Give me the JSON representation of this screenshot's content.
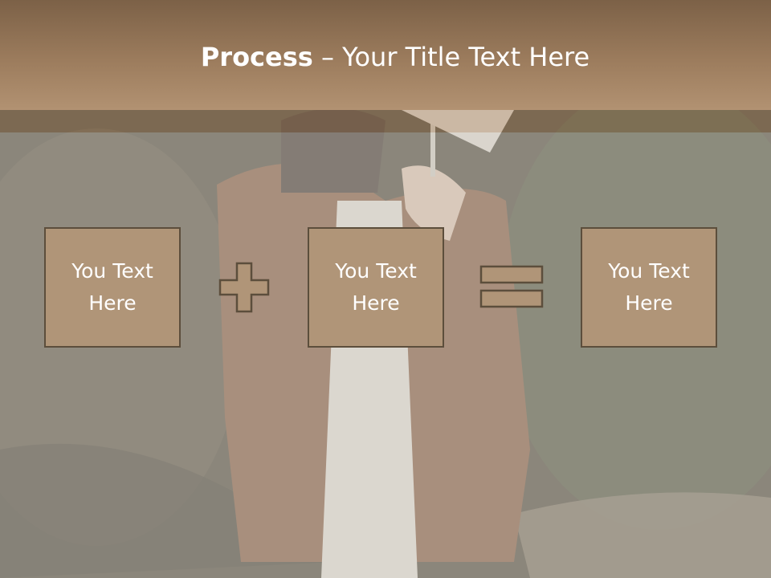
{
  "slide": {
    "title_bold": "Process",
    "title_rest": " – Your Title Text Here",
    "boxes": [
      {
        "text": "You Text Here"
      },
      {
        "text": "You Text Here"
      },
      {
        "text": "You Text Here"
      }
    ],
    "operators": [
      "plus-icon",
      "equals-icon"
    ]
  },
  "colors": {
    "header": "#9c7c5d",
    "box_fill": "#b09578",
    "box_border": "#5c4e3c",
    "text": "#ffffff"
  }
}
